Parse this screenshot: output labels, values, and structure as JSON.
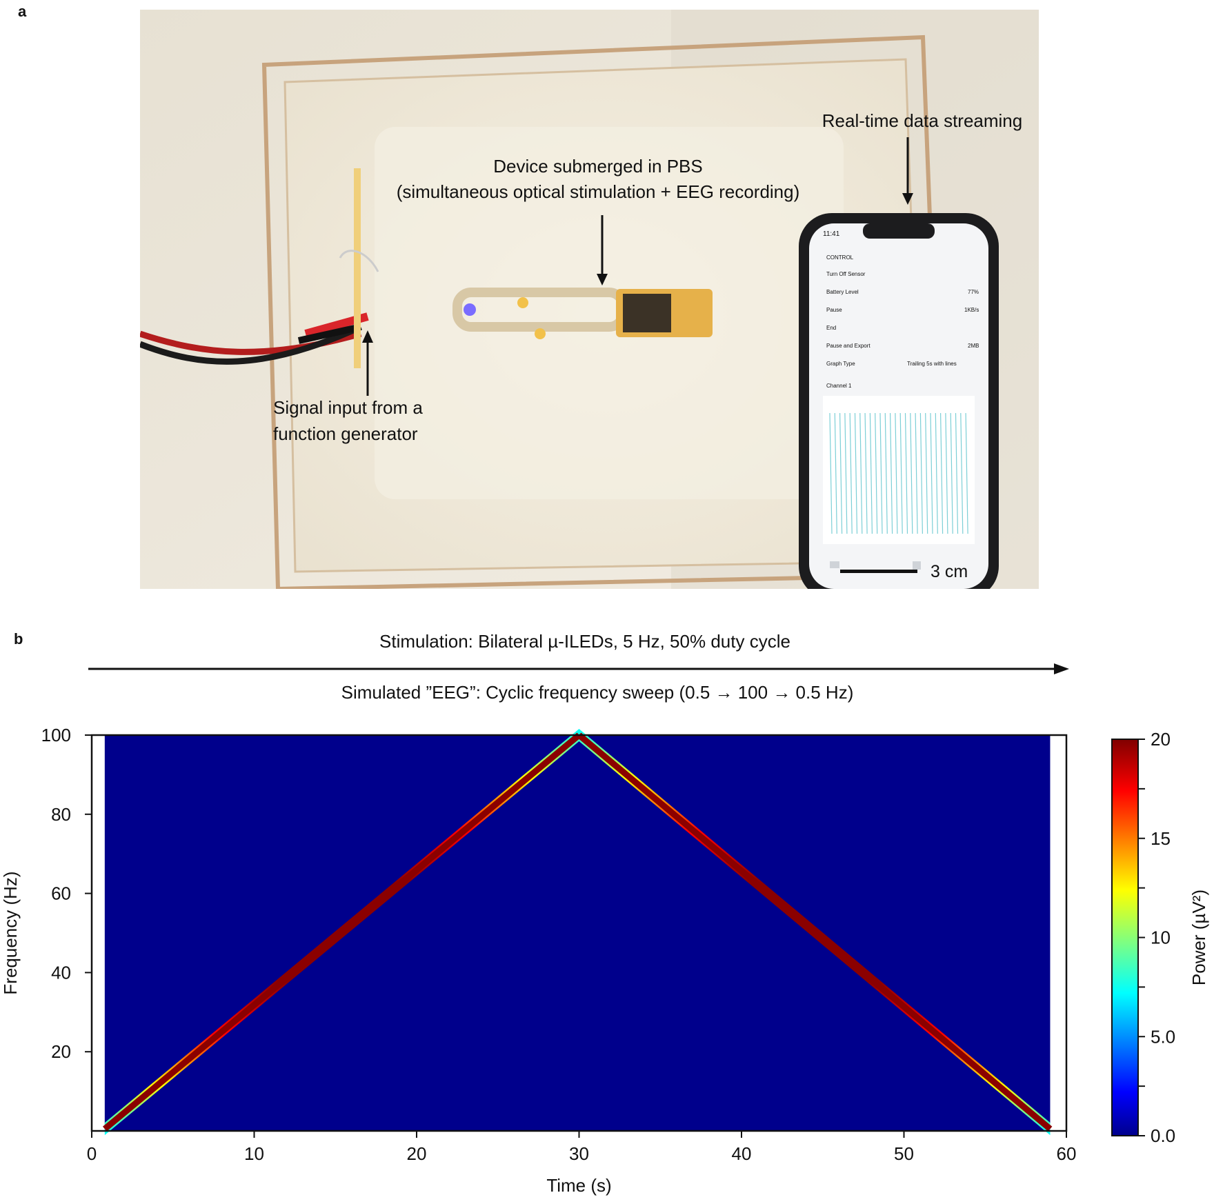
{
  "panel_a": {
    "letter": "a",
    "annotations": {
      "realtime": "Real-time data streaming",
      "device_line1": "Device submerged in PBS",
      "device_line2": "(simultaneous optical stimulation + EEG recording)",
      "signal_line1": "Signal input from a",
      "signal_line2": "function generator",
      "scale_bar": "3 cm"
    },
    "phone_screen": {
      "time": "11:41",
      "section_control": "CONTROL",
      "rows": [
        {
          "label": "Turn Off Sensor",
          "value": ""
        },
        {
          "label": "Battery Level",
          "value": "77%"
        },
        {
          "label": "Pause",
          "value": "1KB/s"
        },
        {
          "label": "End",
          "value": ""
        },
        {
          "label": "Pause and Export",
          "value": "2MB"
        },
        {
          "label": "Graph Type",
          "value": "Trailing 5s with lines"
        }
      ],
      "section_graph": "Channel 1"
    },
    "colors": {
      "bench": "#eee8da",
      "box_edge": "#c9a883",
      "gel": "#f1ecdf",
      "phone_frame": "#1c1c1e",
      "phone_screen": "#f4f5f7",
      "trace": "#7ccfd6",
      "pcb": "#e6b14a"
    }
  },
  "panel_b": {
    "letter": "b",
    "stimulation_text": "Stimulation: Bilateral µ-ILEDs, 5 Hz, 50% duty cycle",
    "simulated_text": "Simulated ”EEG”: Cyclic frequency sweep (0.5 → 100 → 0.5 Hz)"
  },
  "chart_data": {
    "type": "heatmap",
    "title": "",
    "xlabel": "Time (s)",
    "ylabel": "Frequency (Hz)",
    "xlim": [
      0,
      60
    ],
    "ylim": [
      0,
      100
    ],
    "xticks": [
      0,
      10,
      20,
      30,
      40,
      50,
      60
    ],
    "yticks": [
      20,
      40,
      60,
      80,
      100
    ],
    "data_extent_x": [
      0.8,
      59.0
    ],
    "sweep": {
      "shape": "triangular",
      "points": [
        {
          "t": 0.8,
          "f": 0.5
        },
        {
          "t": 30,
          "f": 100
        },
        {
          "t": 59.0,
          "f": 0.5
        }
      ],
      "band_power": 20,
      "background_power": 0
    },
    "colorbar": {
      "label": "Power (µV²)",
      "min": 0,
      "max": 20,
      "tick_labels": [
        "0.0",
        "5.0",
        "10",
        "15",
        "20"
      ],
      "tick_values": [
        0,
        5,
        10,
        15,
        20
      ],
      "colormap": "jet",
      "background_color": "#00008c"
    },
    "grid": false
  }
}
